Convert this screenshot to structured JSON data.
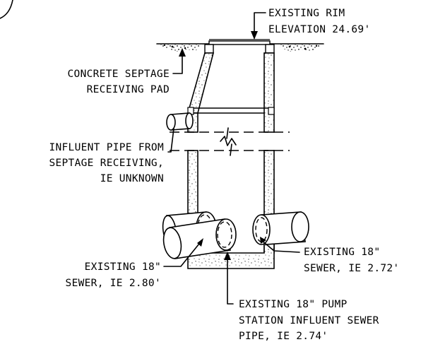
{
  "labels": {
    "rim_line1": "EXISTING RIM",
    "rim_line2": "ELEVATION 24.69'",
    "pad_line1": "CONCRETE SEPTAGE",
    "pad_line2": "RECEIVING PAD",
    "influent_line1": "INFLUENT PIPE FROM",
    "influent_line2": "SEPTAGE RECEIVING,",
    "influent_line3": "IE UNKNOWN",
    "sewer_right_line1": "EXISTING 18\"",
    "sewer_right_line2": "SEWER, IE 2.72'",
    "sewer_left_line1": "EXISTING 18\"",
    "sewer_left_line2": "SEWER, IE 2.80'",
    "pump_line1": "EXISTING 18\" PUMP",
    "pump_line2": "STATION INFLUENT SEWER",
    "pump_line3": "PIPE, IE 2.74'"
  },
  "colors": {
    "ink": "#000000",
    "background": "#ffffff"
  }
}
